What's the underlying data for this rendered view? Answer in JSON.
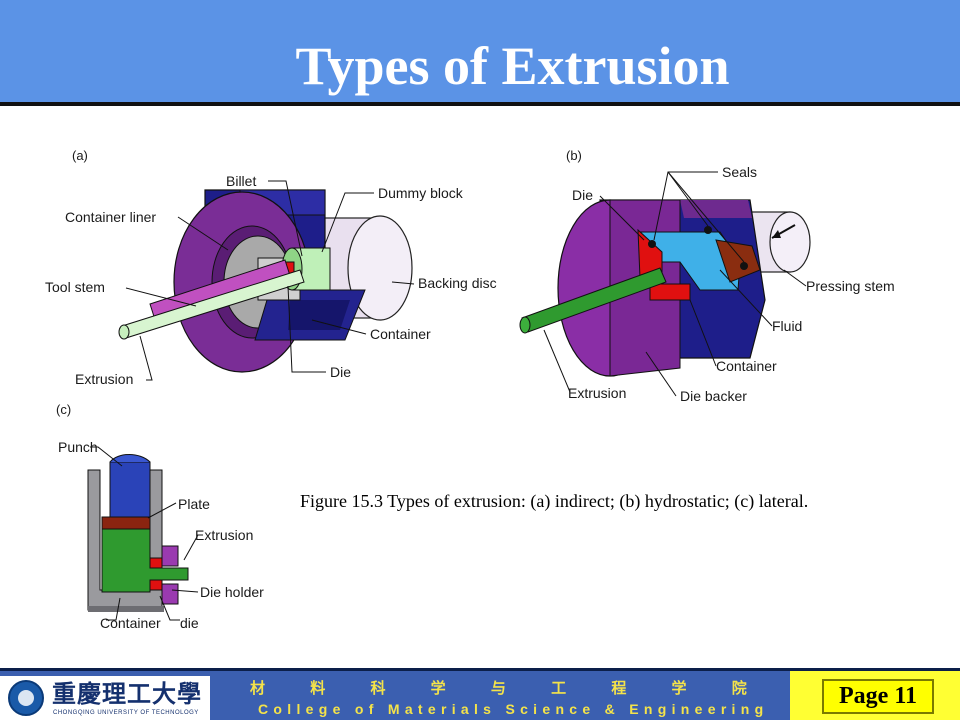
{
  "slide": {
    "title": "Types of Extrusion",
    "page_label": "Page 11"
  },
  "figure": {
    "caption": "Figure 15.3  Types of extrusion: (a) indirect; (b) hydrostatic; (c) lateral.",
    "panel_a": {
      "tag": "(a)",
      "labels": {
        "billet": "Billet",
        "dummy_block": "Dummy  block",
        "container_liner": "Container  liner",
        "tool_stem": "Tool  stem",
        "backing_disc": "Backing  disc",
        "container": "Container",
        "extrusion": "Extrusion",
        "die": "Die"
      }
    },
    "panel_b": {
      "tag": "(b)",
      "labels": {
        "seals": "Seals",
        "die": "Die",
        "pressing_stem": "Pressing  stem",
        "fluid": "Fluid",
        "container": "Container",
        "extrusion": "Extrusion",
        "die_backer": "Die  backer"
      }
    },
    "panel_c": {
      "tag": "(c)",
      "labels": {
        "punch": "Punch",
        "plate": "Plate",
        "extrusion": "Extrusion",
        "die_holder": "Die  holder",
        "container": "Container",
        "die": "die"
      }
    }
  },
  "footer": {
    "university_cn": "重慶理工大學",
    "university_en": "CHONGQING UNIVERSITY OF TECHNOLOGY",
    "college_cn": "材 料 科 学 与 工 程 学 院",
    "college_en": "College of Materials Science & Engineering"
  },
  "colors": {
    "header": "#5b93e6",
    "footer": "#3b5fb0",
    "footer_text": "#f4e34a",
    "page_box": "#ffff33"
  }
}
